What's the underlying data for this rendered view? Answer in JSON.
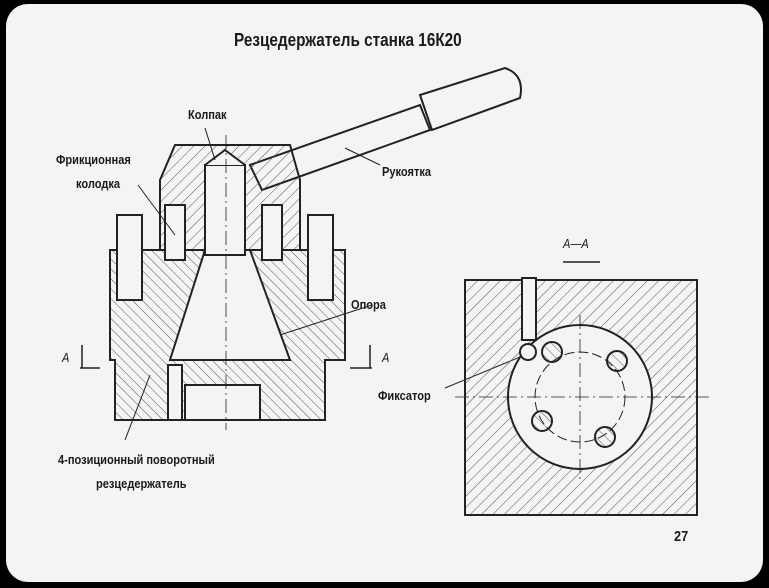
{
  "title": "Резцедержатель станка 16К20",
  "labels": {
    "cap": "Колпак",
    "friction_pad_1": "Фрикционная",
    "friction_pad_2": "колодка",
    "handle": "Рукоятка",
    "section": "А—А",
    "support": "Опора",
    "section_mark_left": "А",
    "section_mark_right": "А",
    "lock": "Фиксатор",
    "holder_1": "4-позиционный поворотный",
    "holder_2": "резцедержатель"
  },
  "page_number": "27"
}
